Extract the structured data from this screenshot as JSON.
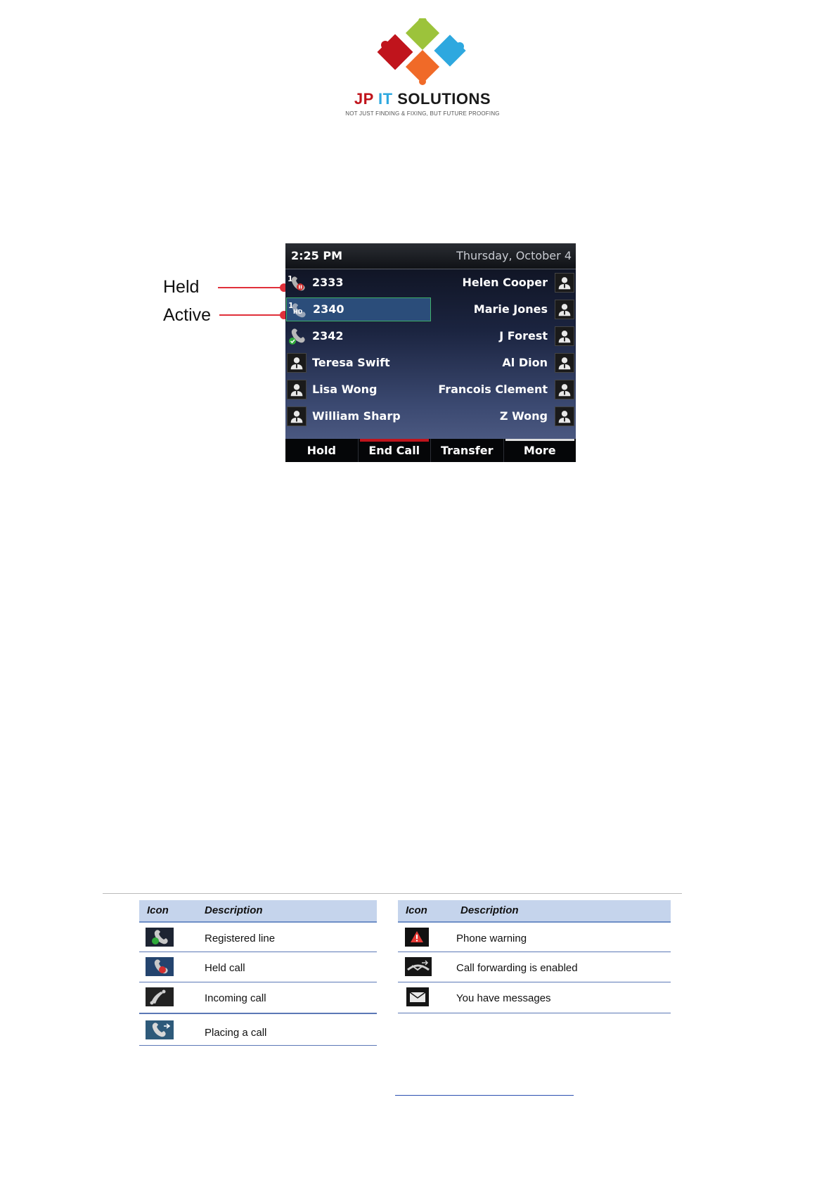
{
  "logo": {
    "brand_part1": "JP",
    "brand_part2": "IT",
    "brand_part3": "SOLUTIONS",
    "tagline": "NOT JUST FINDING & FIXING, BUT FUTURE PROOFING",
    "colors": {
      "red": "#c0141c",
      "green": "#9cc33b",
      "blue": "#2ea8df",
      "orange": "#f06a28"
    }
  },
  "callouts": {
    "held": "Held",
    "active": "Active"
  },
  "phone": {
    "time": "2:25 PM",
    "date": "Thursday, October 4",
    "left_lines": [
      {
        "label": "2333",
        "icon": "held-call-icon"
      },
      {
        "label": "2340",
        "icon": "active-hd-call-icon"
      },
      {
        "label": "2342",
        "icon": "registered-line-icon"
      },
      {
        "label": "Teresa Swift",
        "icon": "contact-icon"
      },
      {
        "label": "Lisa Wong",
        "icon": "contact-icon"
      },
      {
        "label": "William Sharp",
        "icon": "contact-icon"
      }
    ],
    "right_lines": [
      {
        "label": "Helen Cooper",
        "icon": "contact-icon"
      },
      {
        "label": "Marie Jones",
        "icon": "contact-icon"
      },
      {
        "label": "J Forest",
        "icon": "contact-icon"
      },
      {
        "label": "Al Dion",
        "icon": "contact-icon"
      },
      {
        "label": "Francois Clement",
        "icon": "contact-icon"
      },
      {
        "label": "Z Wong",
        "icon": "contact-icon"
      }
    ],
    "held_badge": "1",
    "active_badge": "1",
    "hd_badge": "HD",
    "softkeys": [
      "Hold",
      "End Call",
      "Transfer",
      "More"
    ]
  },
  "icon_tables": {
    "left": {
      "header_icon": "Icon",
      "header_desc": "Description",
      "rows": [
        {
          "icon": "registered-line-icon",
          "desc": "Registered line"
        },
        {
          "icon": "held-call-icon",
          "desc": "Held call"
        },
        {
          "icon": "incoming-call-icon",
          "desc": "Incoming call"
        },
        {
          "icon": "placing-call-icon",
          "desc": "Placing a call"
        }
      ]
    },
    "right": {
      "header_icon": "Icon",
      "header_desc": "Description",
      "rows": [
        {
          "icon": "warning-icon",
          "desc": "Phone warning"
        },
        {
          "icon": "call-forward-icon",
          "desc": "Call forwarding is enabled"
        },
        {
          "icon": "envelope-icon",
          "desc": "You have messages"
        }
      ]
    }
  }
}
